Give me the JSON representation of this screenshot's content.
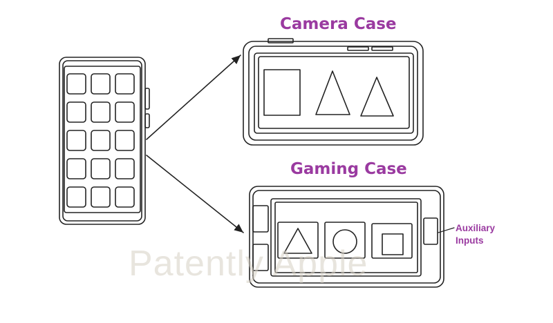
{
  "labels": {
    "camera_case": "Camera Case",
    "gaming_case": "Gaming Case",
    "auxiliary_line1": "Auxiliary",
    "auxiliary_line2": "Inputs"
  },
  "watermark": "Patently Apple",
  "colors": {
    "label": "#9a3aa0",
    "line": "#222222",
    "watermark": "#d7d0c4"
  },
  "icons": {
    "phone_screen_tiles": 15,
    "camera_screen": [
      "square",
      "triangle",
      "triangle"
    ],
    "gaming_screen": [
      "triangle",
      "circle",
      "square"
    ]
  }
}
